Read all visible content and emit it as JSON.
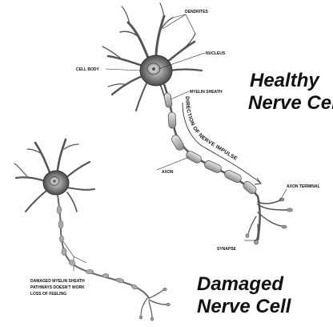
{
  "labels": {
    "dendrites": "DENDRITES",
    "nucleus": "NUCLEUS",
    "cell_body": "CELL BODY",
    "myelin_sheath": "MYELIN SHEATH",
    "axon": "AXON",
    "axon_terminal": "AXON TERMINAL",
    "synapse": "SYNAPSE",
    "direction": "DIRECTION OF NERVE IMPULSE",
    "damaged_1": "DAMAGED MYELIN SHEATH",
    "damaged_2": "PATHWAYS DOESN'T WORK",
    "damaged_3": "LOSS OF FEELING"
  },
  "titles": {
    "healthy_1": "Healthy",
    "healthy_2": "Nerve Cell",
    "damaged_1": "Damaged",
    "damaged_2": "Nerve Cell"
  }
}
